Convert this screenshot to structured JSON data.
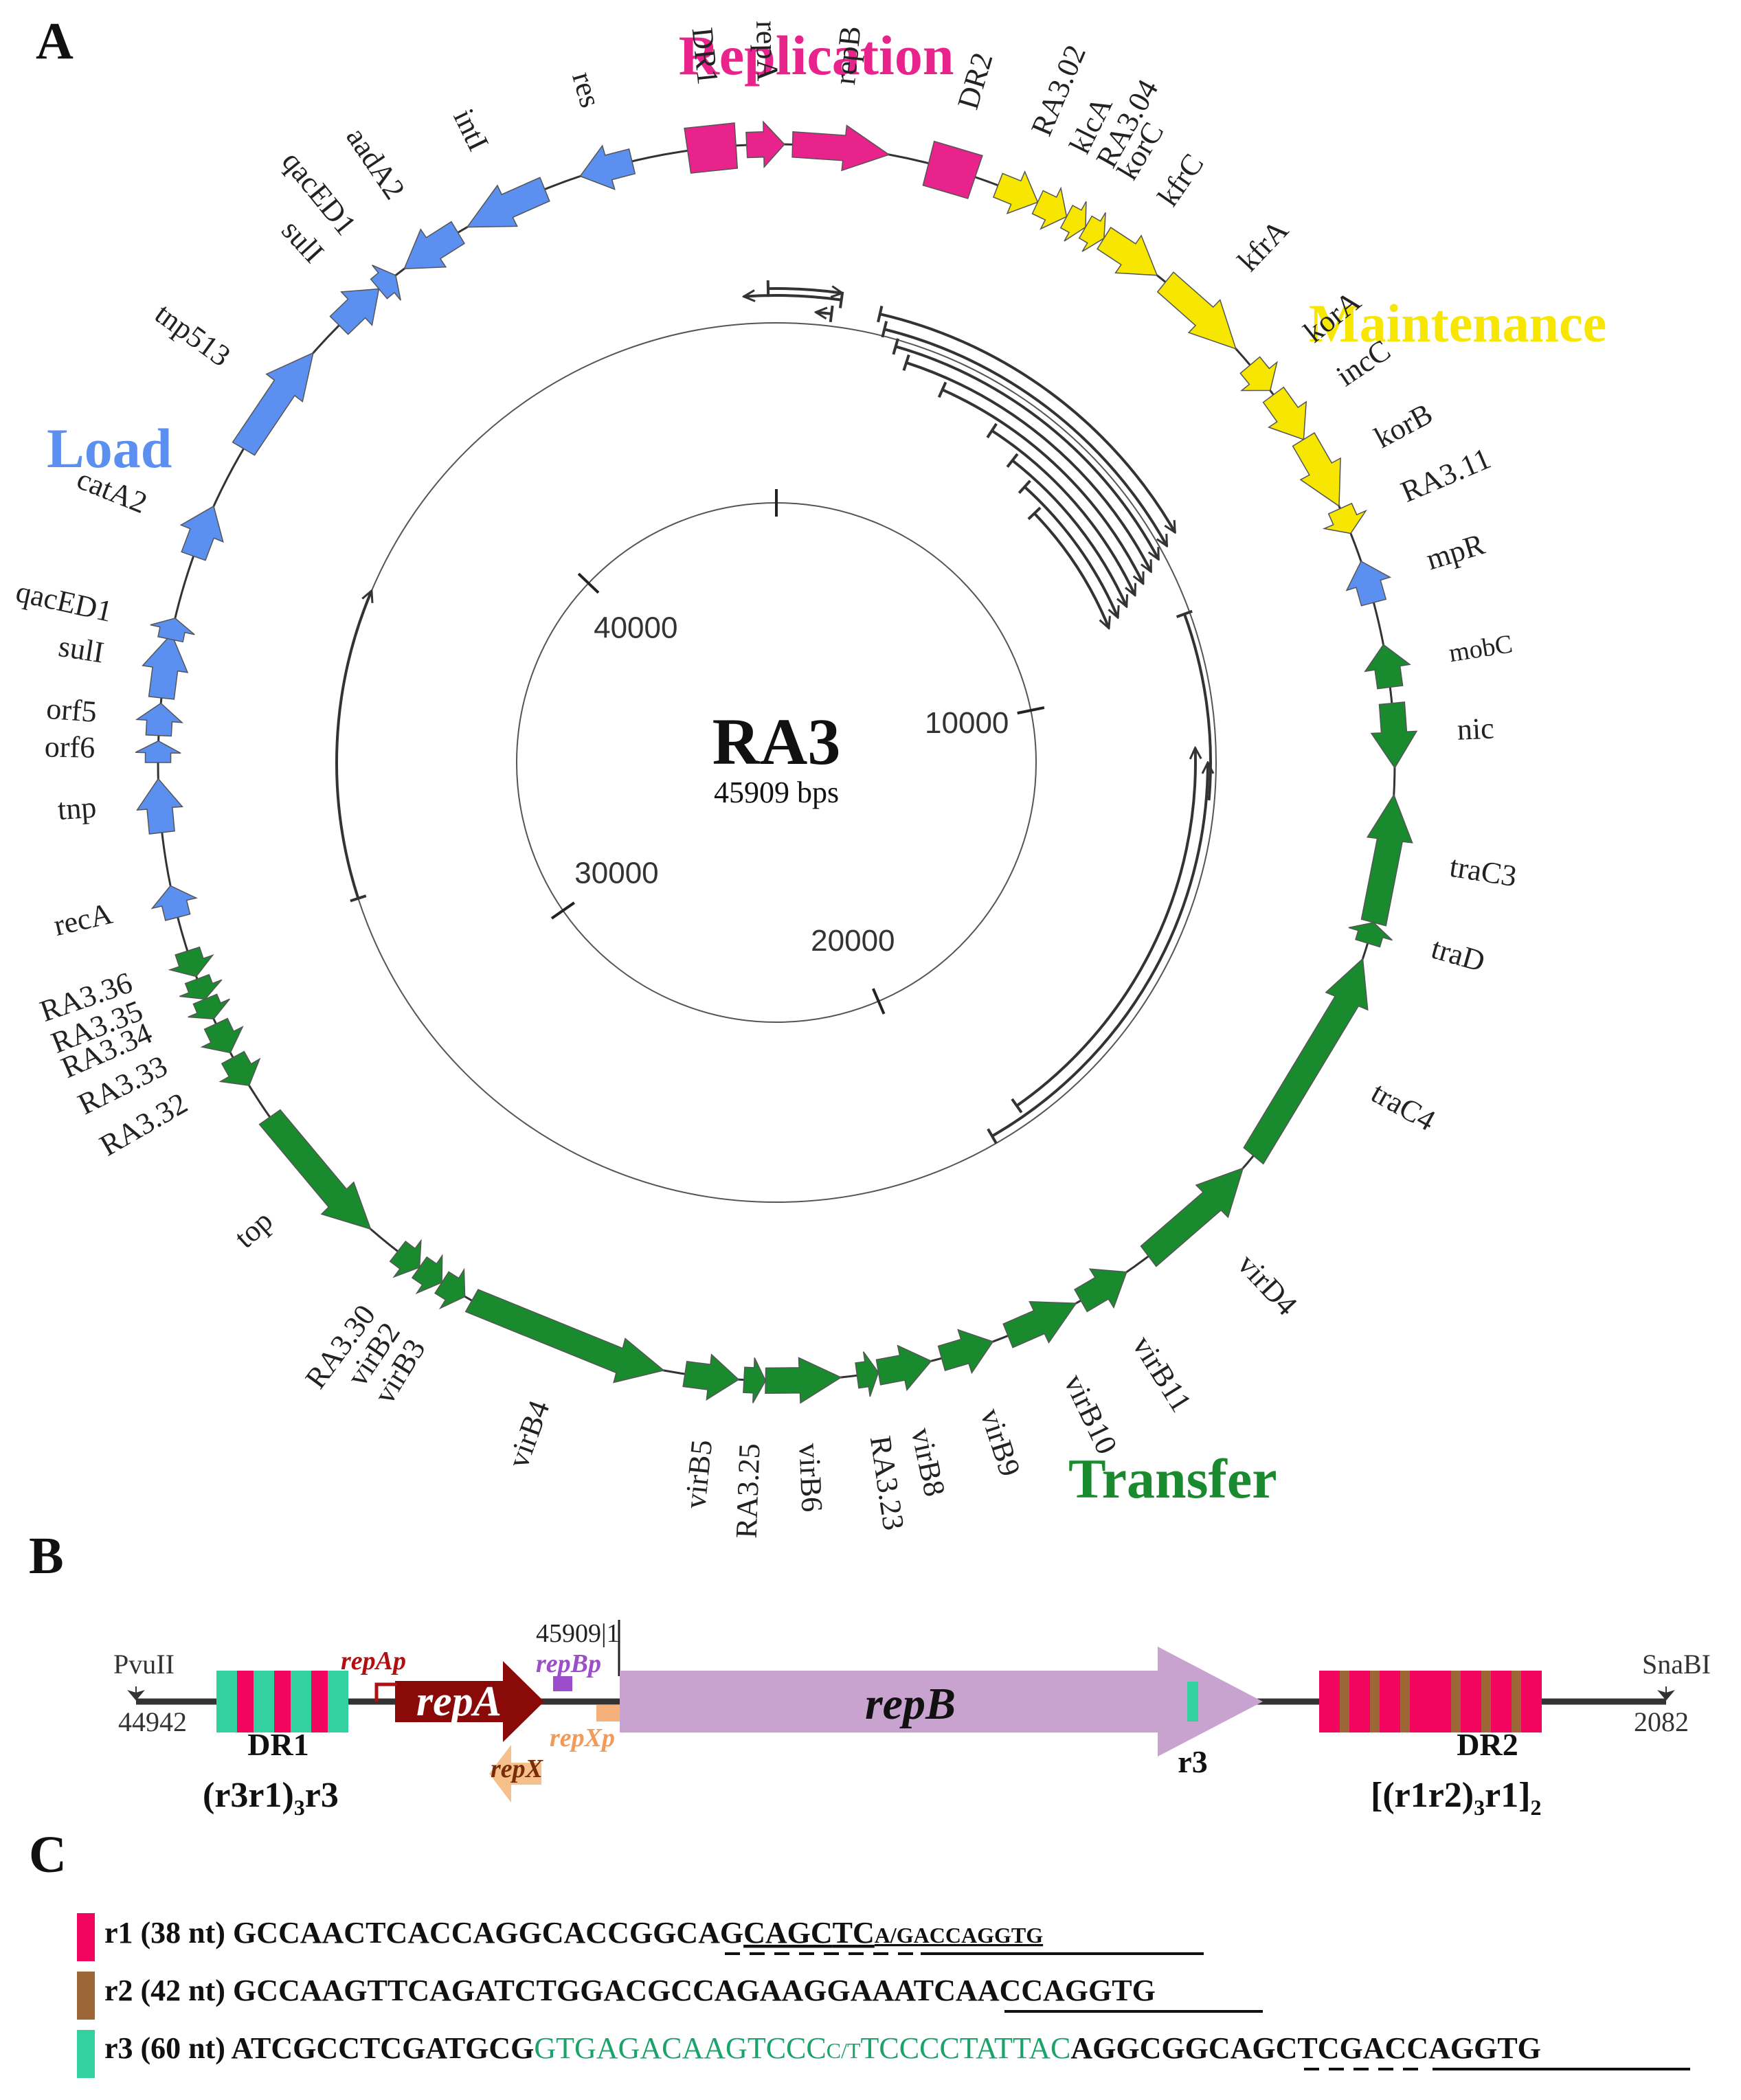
{
  "panels": {
    "a": "A",
    "b": "B",
    "c": "C"
  },
  "plasmid": {
    "name": "RA3",
    "size": "45909 bps"
  },
  "ticks": [
    {
      "value": 0,
      "label": ""
    },
    {
      "value": 10000,
      "label": "10000"
    },
    {
      "value": 20000,
      "label": "20000"
    },
    {
      "value": 30000,
      "label": "30000"
    },
    {
      "value": 40000,
      "label": "40000"
    }
  ],
  "modules": [
    {
      "key": "replication",
      "label": "Replication",
      "color": "#e8238b"
    },
    {
      "key": "maintenance",
      "label": "Maintenance",
      "color": "#f7e600"
    },
    {
      "key": "load",
      "label": "Load",
      "color": "#5b8ff0"
    },
    {
      "key": "transfer",
      "label": "Transfer",
      "color": "#1a8a2e"
    }
  ],
  "genes": [
    {
      "name": "res",
      "deg": -16,
      "span": 5,
      "kind": "arrow",
      "dir": -1,
      "module": "load",
      "fs": 44
    },
    {
      "name": "DR1",
      "deg": -6,
      "span": 4.5,
      "kind": "box",
      "dir": 1,
      "module": "replication",
      "fs": 44
    },
    {
      "name": "repA",
      "deg": -1,
      "span": 3.5,
      "kind": "arrow",
      "dir": 1,
      "module": "replication",
      "fs": 44
    },
    {
      "name": "repB",
      "deg": 6,
      "span": 9,
      "kind": "arrow",
      "dir": 1,
      "module": "replication",
      "fs": 44
    },
    {
      "name": "DR2",
      "deg": 16.5,
      "span": 4.5,
      "kind": "box",
      "dir": 1,
      "module": "replication",
      "fs": 44
    },
    {
      "name": "RA3.02",
      "deg": 23,
      "span": 4,
      "kind": "arrow",
      "dir": 1,
      "module": "maintenance",
      "fs": 44
    },
    {
      "name": "klcA",
      "deg": 26.5,
      "span": 3,
      "kind": "arrow",
      "dir": 1,
      "module": "maintenance",
      "fs": 44
    },
    {
      "name": "RA3.04",
      "deg": 29,
      "span": 2,
      "kind": "arrow",
      "dir": 1,
      "module": "maintenance",
      "fs": 44
    },
    {
      "name": "korC",
      "deg": 31,
      "span": 2,
      "kind": "arrow",
      "dir": 1,
      "module": "maintenance",
      "fs": 44
    },
    {
      "name": "kfrC",
      "deg": 35,
      "span": 6,
      "kind": "arrow",
      "dir": 1,
      "module": "maintenance",
      "fs": 44
    },
    {
      "name": "kfrA",
      "deg": 43.5,
      "span": 9,
      "kind": "arrow",
      "dir": 1,
      "module": "maintenance",
      "fs": 44
    },
    {
      "name": "korA",
      "deg": 51.5,
      "span": 3,
      "kind": "arrow",
      "dir": 1,
      "module": "maintenance",
      "fs": 44
    },
    {
      "name": "incC",
      "deg": 56,
      "span": 5,
      "kind": "arrow",
      "dir": 1,
      "module": "maintenance",
      "fs": 44
    },
    {
      "name": "korB",
      "deg": 62,
      "span": 7,
      "kind": "arrow",
      "dir": 1,
      "module": "maintenance",
      "fs": 44
    },
    {
      "name": "RA3.11",
      "deg": 67,
      "span": 2.5,
      "kind": "arrow",
      "dir": 1,
      "module": "maintenance",
      "fs": 44
    },
    {
      "name": "mpR",
      "deg": 73,
      "span": 4,
      "kind": "arrow",
      "dir": -1,
      "module": "load",
      "fs": 44
    },
    {
      "name": "mobC",
      "deg": 81,
      "span": 4,
      "kind": "arrow",
      "dir": -1,
      "module": "transfer",
      "fs": 38
    },
    {
      "name": "nic",
      "deg": 87.5,
      "span": 6,
      "kind": "arrow",
      "dir": 1,
      "module": "transfer",
      "fs": 44
    },
    {
      "name": "traC3",
      "deg": 99,
      "span": 12,
      "kind": "arrow",
      "dir": -1,
      "module": "transfer",
      "fs": 44
    },
    {
      "name": "traD",
      "deg": 106,
      "span": 2,
      "kind": "arrow",
      "dir": -1,
      "module": "transfer",
      "fs": 44
    },
    {
      "name": "traC4",
      "deg": 119,
      "span": 21,
      "kind": "arrow",
      "dir": -1,
      "module": "transfer",
      "fs": 44
    },
    {
      "name": "virD4",
      "deg": 137,
      "span": 12,
      "kind": "arrow",
      "dir": -1,
      "module": "transfer",
      "fs": 44
    },
    {
      "name": "virB11",
      "deg": 148,
      "span": 5,
      "kind": "arrow",
      "dir": -1,
      "module": "transfer",
      "fs": 44
    },
    {
      "name": "virB10",
      "deg": 154.5,
      "span": 7,
      "kind": "arrow",
      "dir": -1,
      "module": "transfer",
      "fs": 44
    },
    {
      "name": "virB9",
      "deg": 162,
      "span": 5,
      "kind": "arrow",
      "dir": -1,
      "module": "transfer",
      "fs": 44
    },
    {
      "name": "virB8",
      "deg": 168,
      "span": 5,
      "kind": "arrow",
      "dir": -1,
      "module": "transfer",
      "fs": 44
    },
    {
      "name": "RA3.23",
      "deg": 171.5,
      "span": 2,
      "kind": "arrow",
      "dir": -1,
      "module": "transfer",
      "fs": 44
    },
    {
      "name": "virB6",
      "deg": 177.5,
      "span": 7,
      "kind": "arrow",
      "dir": -1,
      "module": "transfer",
      "fs": 44
    },
    {
      "name": "RA3.25",
      "deg": 182,
      "span": 2,
      "kind": "arrow",
      "dir": -1,
      "module": "transfer",
      "fs": 44
    },
    {
      "name": "virB5",
      "deg": 186,
      "span": 5,
      "kind": "arrow",
      "dir": -1,
      "module": "transfer",
      "fs": 44
    },
    {
      "name": "virB4",
      "deg": 200,
      "span": 19,
      "kind": "arrow",
      "dir": -1,
      "module": "transfer",
      "fs": 44
    },
    {
      "name": "virB3",
      "deg": 211.5,
      "span": 2.5,
      "kind": "arrow",
      "dir": -1,
      "module": "transfer",
      "fs": 44
    },
    {
      "name": "virB2",
      "deg": 214,
      "span": 2.5,
      "kind": "arrow",
      "dir": -1,
      "module": "transfer",
      "fs": 44
    },
    {
      "name": "RA3.30",
      "deg": 216.5,
      "span": 2.5,
      "kind": "arrow",
      "dir": -1,
      "module": "transfer",
      "fs": 44
    },
    {
      "name": "top",
      "deg": 228,
      "span": 14,
      "kind": "arrow",
      "dir": -1,
      "module": "transfer",
      "fs": 44
    },
    {
      "name": "RA3.32",
      "deg": 240,
      "span": 3,
      "kind": "arrow",
      "dir": -1,
      "module": "transfer",
      "fs": 44
    },
    {
      "name": "RA3.33",
      "deg": 243.5,
      "span": 3,
      "kind": "arrow",
      "dir": -1,
      "module": "transfer",
      "fs": 44
    },
    {
      "name": "RA3.34",
      "deg": 246.5,
      "span": 2,
      "kind": "arrow",
      "dir": -1,
      "module": "transfer",
      "fs": 44
    },
    {
      "name": "RA3.35",
      "deg": 248.5,
      "span": 2,
      "kind": "arrow",
      "dir": -1,
      "module": "transfer",
      "fs": 44
    },
    {
      "name": "RA3.36",
      "deg": 251,
      "span": 2.5,
      "kind": "arrow",
      "dir": -1,
      "module": "transfer",
      "fs": 44
    },
    {
      "name": "recA",
      "deg": 257,
      "span": 3,
      "kind": "arrow",
      "dir": 1,
      "module": "load",
      "fs": 44
    },
    {
      "name": "tnp",
      "deg": 266,
      "span": 5,
      "kind": "arrow",
      "dir": 1,
      "module": "load",
      "fs": 44
    },
    {
      "name": "orf6",
      "deg": 271,
      "span": 2,
      "kind": "arrow",
      "dir": 1,
      "module": "load",
      "fs": 44
    },
    {
      "name": "orf5",
      "deg": 274,
      "span": 3,
      "kind": "arrow",
      "dir": 1,
      "module": "load",
      "fs": 44
    },
    {
      "name": "sulI",
      "deg": 279,
      "span": 6,
      "kind": "arrow",
      "dir": 1,
      "module": "load",
      "fs": 44
    },
    {
      "name": "qacED1",
      "deg": 282.5,
      "span": 2,
      "kind": "arrow",
      "dir": 1,
      "module": "load",
      "fs": 44
    },
    {
      "name": "catA2",
      "deg": 292,
      "span": 5,
      "kind": "arrow",
      "dir": 1,
      "module": "load",
      "fs": 44
    },
    {
      "name": "tnp513",
      "deg": 306,
      "span": 11,
      "kind": "arrow",
      "dir": 1,
      "module": "load",
      "fs": 44
    },
    {
      "name": "sulI",
      "deg": 317.5,
      "span": 5,
      "kind": "arrow",
      "dir": 1,
      "module": "load",
      "fs": 44
    },
    {
      "name": "qacED1",
      "deg": 321,
      "span": 2,
      "kind": "arrow",
      "dir": 1,
      "module": "load",
      "fs": 44
    },
    {
      "name": "aadA2",
      "deg": 326,
      "span": 6,
      "kind": "arrow",
      "dir": -1,
      "module": "load",
      "fs": 44
    },
    {
      "name": "intI",
      "deg": 334,
      "span": 8,
      "kind": "arrow",
      "dir": -1,
      "module": "load",
      "fs": 44
    }
  ],
  "panel_b": {
    "left_site": "PvuII",
    "left_coord": "44942",
    "right_site": "SnaBI",
    "right_coord": "2082",
    "origin_label": "45909|1",
    "dr1_label": "DR1",
    "dr1_struct_main": "(r3r1)",
    "dr1_struct_sub": "3",
    "dr1_struct_tail": "r3",
    "repAp": "repAp",
    "repA": "repA",
    "repBp": "repBp",
    "repB": "repB",
    "repX": "repX",
    "repXp": "repXp",
    "r3_label": "r3",
    "dr2_label": "DR2",
    "dr2_struct_a": "[(r1r2)",
    "dr2_struct_sub1": "3",
    "dr2_struct_b": "r1]",
    "dr2_struct_sub2": "2"
  },
  "repeats": [
    {
      "name": "r1 (38 nt)",
      "color": "#f2055f",
      "parts": [
        "GCCAACTCACCAGGCACCGGCAG",
        "CAGC",
        "T",
        "C",
        "A/GACCAGGTG"
      ]
    },
    {
      "name": "r2 (42 nt)",
      "color": "#9c6636",
      "parts": [
        "GCCAAGTTCAGATCTGGACGCCAGAAGGAAAT",
        "CAACCAGGTG"
      ]
    },
    {
      "name": "r3 (60 nt)",
      "color": "#33d1a0",
      "parts": [
        "ATCGCCTCGATGCG",
        "GTGAGACAAGTCCC",
        "C/T",
        "TCCCCTATTAC",
        "AGGCG",
        "GCAGC",
        "T",
        "CGACCAGGTG"
      ]
    }
  ]
}
